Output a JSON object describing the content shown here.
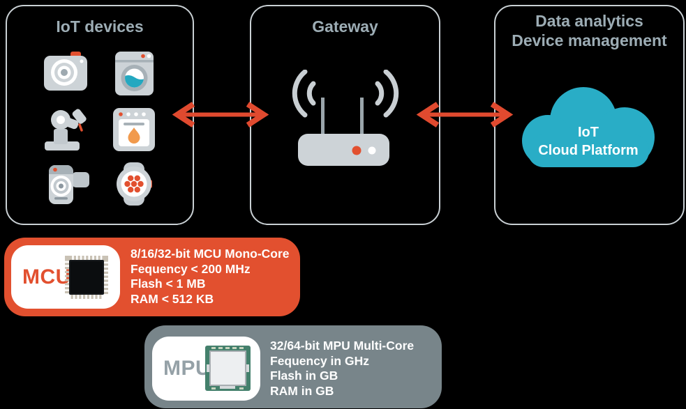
{
  "panels": {
    "devices": {
      "title": "IoT devices"
    },
    "gateway": {
      "title": "Gateway"
    },
    "cloud": {
      "title_line1": "Data analytics",
      "title_line2": "Device management"
    }
  },
  "cloud": {
    "line1": "IoT",
    "line2": "Cloud Platform"
  },
  "cards": {
    "mcu": {
      "label": "MCU",
      "specs": [
        "8/16/32-bit MCU Mono-Core",
        "Fequency < 200 MHz",
        "Flash < 1 MB",
        "RAM < 512 KB"
      ]
    },
    "mpu": {
      "label": "MPU",
      "specs": [
        "32/64-bit MPU Multi-Core",
        "Fequency in GHz",
        "Flash in GB",
        "RAM in GB"
      ]
    }
  },
  "icons": {
    "devices": [
      "photo-camera-icon",
      "washing-machine-icon",
      "robot-arm-icon",
      "oven-icon",
      "video-camera-icon",
      "smartwatch-icon"
    ],
    "gateway": "wifi-router-icon",
    "cloud": "cloud-icon",
    "mcu": "microcontroller-chip-icon",
    "mpu": "processor-chip-icon",
    "connections": "double-headed-arrow-icon"
  },
  "colors": {
    "background": "#000000",
    "panel_border": "#C9D0D4",
    "title_text": "#9DADB5",
    "arrow_red": "#E04A2F",
    "icon_gray": "#CDD3D7",
    "accent_red": "#E2502F",
    "teal_cloud": "#29ADC6",
    "teal_water": "#24A8C0",
    "flame_orange": "#F19A4D",
    "mcu_card": "#E2502F",
    "mpu_card": "#78858A",
    "spec_text": "#FFFFFF"
  }
}
